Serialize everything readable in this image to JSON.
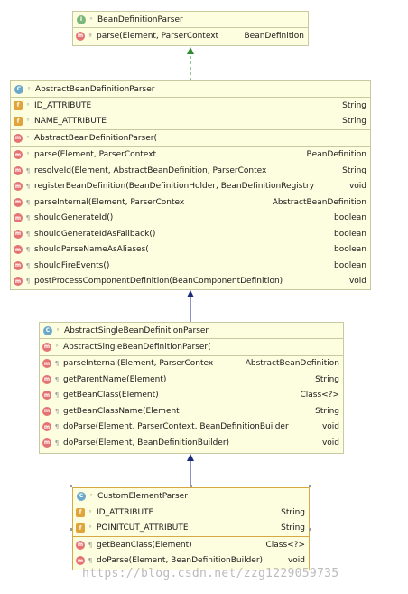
{
  "boxes": {
    "bean_definition_parser": {
      "title": "BeanDefinitionParser",
      "kind_icon": "interface-icon",
      "methods": [
        {
          "name": "parse(Element, ParserContext",
          "type": "BeanDefinition"
        }
      ]
    },
    "abstract_bean_definition_parser": {
      "title": "AbstractBeanDefinitionParser",
      "kind_icon": "abstract-class-icon",
      "fields": [
        {
          "name": "ID_ATTRIBUTE",
          "type": "String"
        },
        {
          "name": "NAME_ATTRIBUTE",
          "type": "String"
        }
      ],
      "constructors": [
        {
          "name": "AbstractBeanDefinitionParser("
        }
      ],
      "methods": [
        {
          "name": "parse(Element, ParserContext",
          "type": "BeanDefinition"
        },
        {
          "name": "resolveId(Element, AbstractBeanDefinition, ParserContex",
          "type": "String"
        },
        {
          "name": "registerBeanDefinition(BeanDefinitionHolder, BeanDefinitionRegistry",
          "type": "void"
        },
        {
          "name": "parseInternal(Element, ParserContex",
          "type": "AbstractBeanDefinition"
        },
        {
          "name": "shouldGenerateId()",
          "type": "boolean"
        },
        {
          "name": "shouldGenerateIdAsFallback()",
          "type": "boolean"
        },
        {
          "name": "shouldParseNameAsAliases(",
          "type": "boolean"
        },
        {
          "name": "shouldFireEvents()",
          "type": "boolean"
        },
        {
          "name": "postProcessComponentDefinition(BeanComponentDefinition)",
          "type": "void"
        }
      ]
    },
    "abstract_single_bean_definition_parser": {
      "title": "AbstractSingleBeanDefinitionParser",
      "kind_icon": "abstract-class-icon",
      "constructors": [
        {
          "name": "AbstractSingleBeanDefinitionParser("
        }
      ],
      "methods": [
        {
          "name": "parseInternal(Element, ParserContex",
          "type": "AbstractBeanDefinition"
        },
        {
          "name": "getParentName(Element)",
          "type": "String"
        },
        {
          "name": "getBeanClass(Element)",
          "type": "Class<?>"
        },
        {
          "name": "getBeanClassName(Element",
          "type": "String"
        },
        {
          "name": "doParse(Element, ParserContext, BeanDefinitionBuilder",
          "type": "void"
        },
        {
          "name": "doParse(Element, BeanDefinitionBuilder)",
          "type": "void"
        }
      ]
    },
    "custom_element_parser": {
      "title": "CustomElementParser",
      "kind_icon": "class-icon",
      "fields": [
        {
          "name": "ID_ATTRIBUTE",
          "type": "String"
        },
        {
          "name": "POINITCUT_ATTRIBUTE",
          "type": "String"
        }
      ],
      "methods": [
        {
          "name": "getBeanClass(Element)",
          "type": "Class<?>"
        },
        {
          "name": "doParse(Element, BeanDefinitionBuilder)",
          "type": "void"
        }
      ]
    }
  },
  "watermark": "https://blog.csdn.net/zzg1229059735",
  "colors": {
    "box_bg": "#fdfde0",
    "box_border": "#c9c9a0",
    "selected_border": "#d8a842",
    "implements_arrow": "#2e8b2e",
    "extends_arrow": "#1c2a7a",
    "method_icon": "#e57373",
    "field_icon": "#e0a43a"
  }
}
